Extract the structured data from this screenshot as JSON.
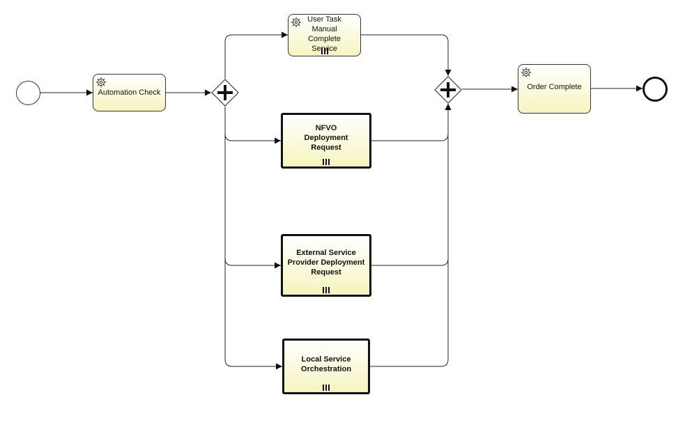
{
  "diagram": {
    "type": "bpmn-process",
    "colors": {
      "task_fill_top": "#ffffff",
      "task_fill_bottom": "#f6f4bf",
      "stroke": "#111111"
    },
    "start_event": {
      "icon": "start-event-circle"
    },
    "end_event": {
      "icon": "end-event-circle"
    },
    "tasks": {
      "automation_check": {
        "label": "Automation Check",
        "kind": "service-task",
        "icon": "gear-icon"
      },
      "user_task_manual": {
        "label": "User Task Manual Complete Service",
        "kind": "service-task",
        "icon": "gear-icon",
        "marker": "parallel-multi-instance"
      },
      "nfvo_deployment": {
        "label": "NFVO Deployment Request",
        "kind": "call-activity",
        "marker": "parallel-multi-instance"
      },
      "external_service": {
        "label": "External Service Provider Deployment Request",
        "kind": "call-activity",
        "marker": "parallel-multi-instance"
      },
      "local_service": {
        "label": "Local Service Orchestration",
        "kind": "call-activity",
        "marker": "parallel-multi-instance"
      },
      "order_complete": {
        "label": "Order Complete",
        "kind": "service-task",
        "icon": "gear-icon"
      }
    },
    "gateways": {
      "split": {
        "kind": "parallel-gateway",
        "icon": "plus-icon"
      },
      "join": {
        "kind": "parallel-gateway",
        "icon": "plus-icon"
      }
    }
  }
}
